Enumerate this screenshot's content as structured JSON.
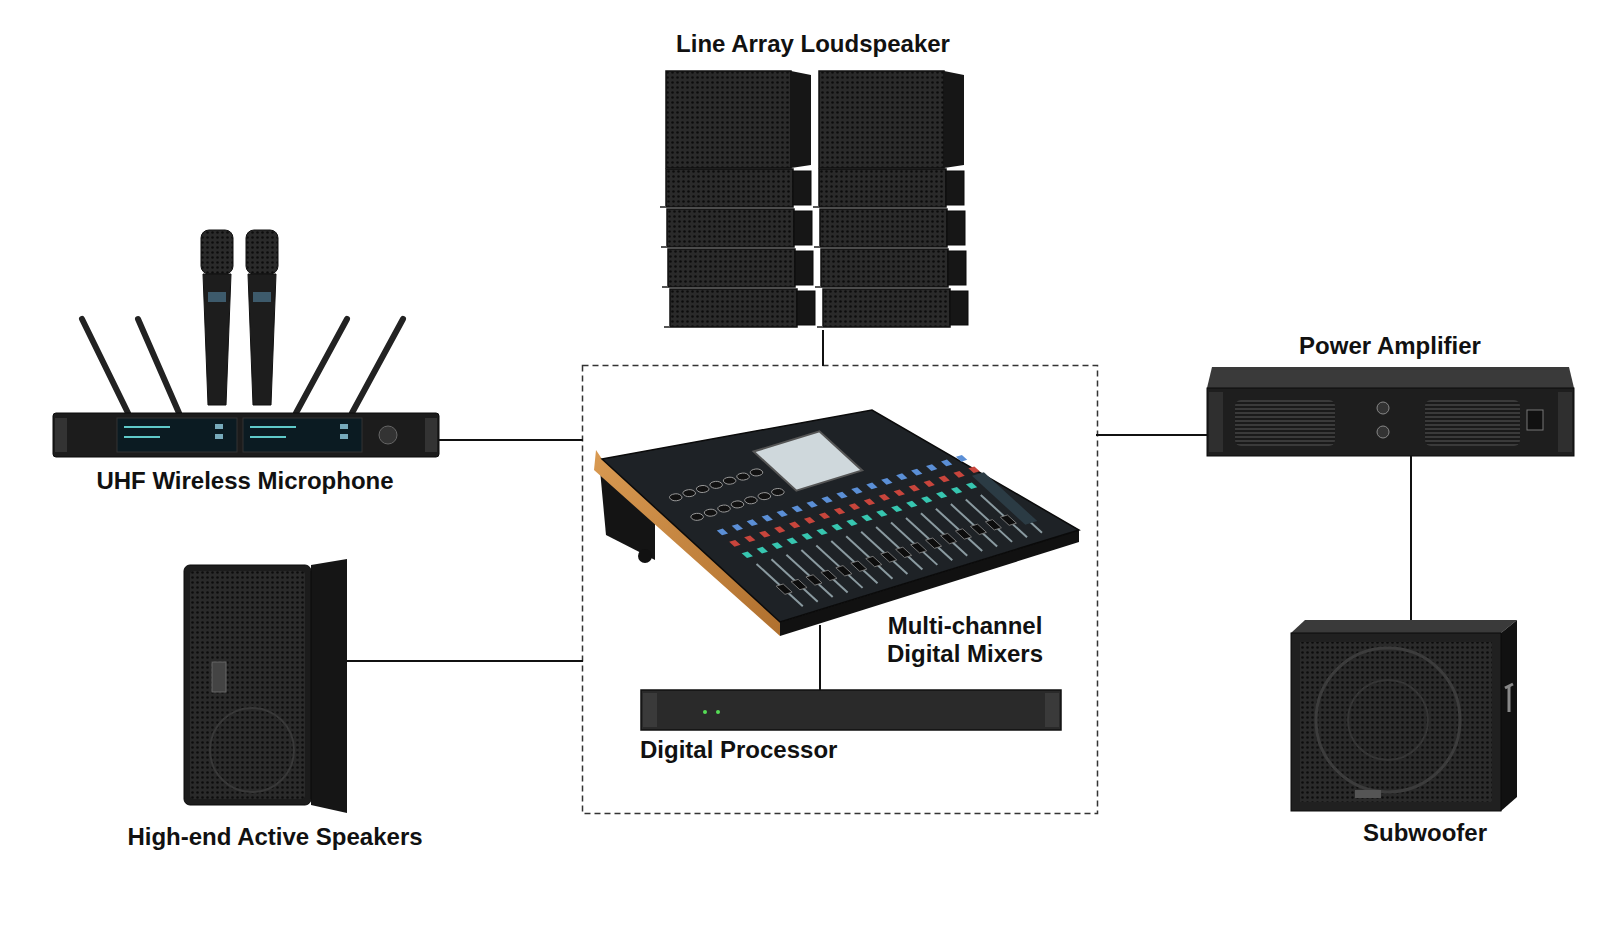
{
  "diagram": {
    "nodes": [
      {
        "text": [
          "Line Array Loudspeaker"
        ]
      },
      {
        "text": [
          "UHF Wireless Microphone"
        ]
      },
      {
        "text": [
          "Power Amplifier"
        ]
      },
      {
        "text": [
          "Multi-channel Digital Mixers"
        ]
      },
      {
        "text": [
          "Digital Processor"
        ]
      },
      {
        "text": [
          "High-end Active Speakers"
        ]
      },
      {
        "text": [
          "Subwoofer"
        ]
      }
    ],
    "edges": [
      {
        "from": 1,
        "to": 3,
        "arrow": "none"
      },
      {
        "from": 0,
        "to": 3,
        "arrow": "none"
      },
      {
        "from": 3,
        "to": 2,
        "arrow": "none"
      },
      {
        "from": 5,
        "to": 3,
        "arrow": "none"
      },
      {
        "from": 3,
        "to": 4,
        "arrow": "none"
      },
      {
        "from": 2,
        "to": 6,
        "arrow": "none"
      }
    ]
  }
}
